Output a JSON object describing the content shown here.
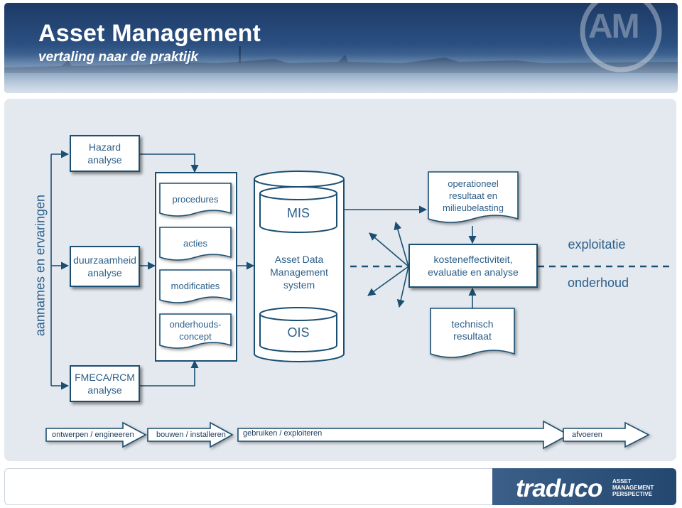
{
  "header": {
    "title": "Asset Management",
    "subtitle": "vertaling naar de praktijk",
    "logo_text": "AM"
  },
  "diagram": {
    "side_label": "aannames en ervaringen",
    "analysis_boxes": {
      "hazard": "Hazard\nanalyse",
      "duurzaamheid": "duurzaamheid\nanalyse",
      "fmeca": "FMECA/RCM\nanalyse"
    },
    "documents": {
      "procedures": "procedures",
      "acties": "acties",
      "modificaties": "modificaties",
      "onderhoudsconcept": "onderhouds-\nconcept"
    },
    "database": {
      "top": "MIS",
      "middle": "Asset Data\nManagement\nsystem",
      "bottom": "OIS"
    },
    "results": {
      "operationeel": "operationeel\nresultaat en\nmilieubelasting",
      "kosteneffectiviteit": "kosteneffectiviteit,\nevaluatie en analyse",
      "technisch": "technisch\nresultaat"
    },
    "right_labels": {
      "exploitatie": "exploitatie",
      "onderhoud": "onderhoud"
    }
  },
  "stages": [
    "ontwerpen / engineeren",
    "bouwen / installeren",
    "gebruiken / exploiteren",
    "afvoeren"
  ],
  "footer": {
    "brand": "traduco",
    "brand_sub_1": "ASSET",
    "brand_sub_2": "MANAGEMENT",
    "brand_sub_3": "PERSPECTIVE"
  },
  "colors": {
    "accent": "#2c5f8a",
    "border": "#1b4f72",
    "panel": "#e4e9ef",
    "header_dark": "#1d3a66"
  }
}
